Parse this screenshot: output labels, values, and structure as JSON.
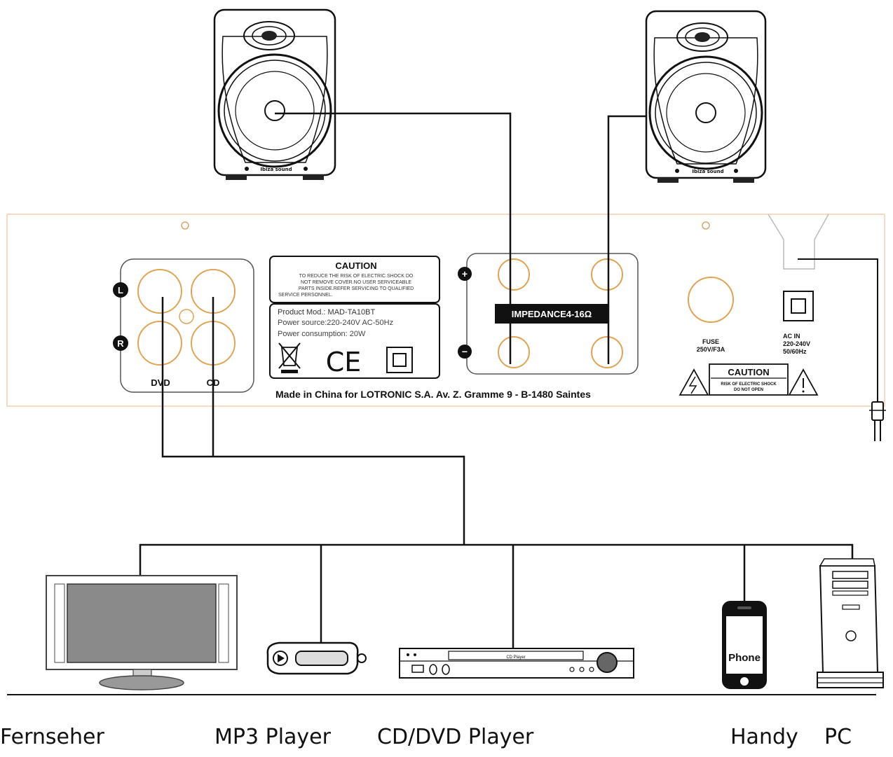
{
  "panel": {
    "caution_title": "CAUTION",
    "caution_lines": [
      "TO REDUCE THE RISK OF ELECTRIC SHOCK DO",
      "NOT REMOVE COVER.NO USER SERVICEABLE",
      "PARTS INSIDE.REFER SERVICING TO QUALIFIED",
      "SERVICE PERSONNEL."
    ],
    "product_model": "Product Mod.: MAD-TA10BT",
    "power_source": "Power source:220-240V AC-50Hz",
    "power_consumption": "Power consumption: 20W",
    "ce_mark": "CE",
    "input_left_mark": "L",
    "input_right_mark": "R",
    "input_dvd": "DVD",
    "input_cd": "CD",
    "speaker_plus": "+",
    "speaker_minus": "−",
    "impedance": "IMPEDANCE4-16Ω",
    "fuse_label": "FUSE",
    "fuse_rating": "250V/F3A",
    "ac_in_label": "AC IN",
    "ac_in_voltage": "220-240V",
    "ac_in_freq": "50/60Hz",
    "warning_title": "CAUTION",
    "warning_line1": "RISK OF ELECTRIC SHOCK",
    "warning_line2": "DO NOT OPEN",
    "made_in": "Made in China for LOTRONIC S.A. Av. Z. Gramme 9 - B-1480 Saintes"
  },
  "speakers": {
    "brand_left": "Ibiza sound",
    "brand_right": "Ibiza sound"
  },
  "devices": {
    "phone_screen": "Phone",
    "dvd_display": "CD Player"
  },
  "labels": {
    "tv": "Fernseher",
    "mp3": "MP3 Player",
    "cddvd": "CD/DVD Player",
    "handy": "Handy",
    "pc": "PC"
  }
}
